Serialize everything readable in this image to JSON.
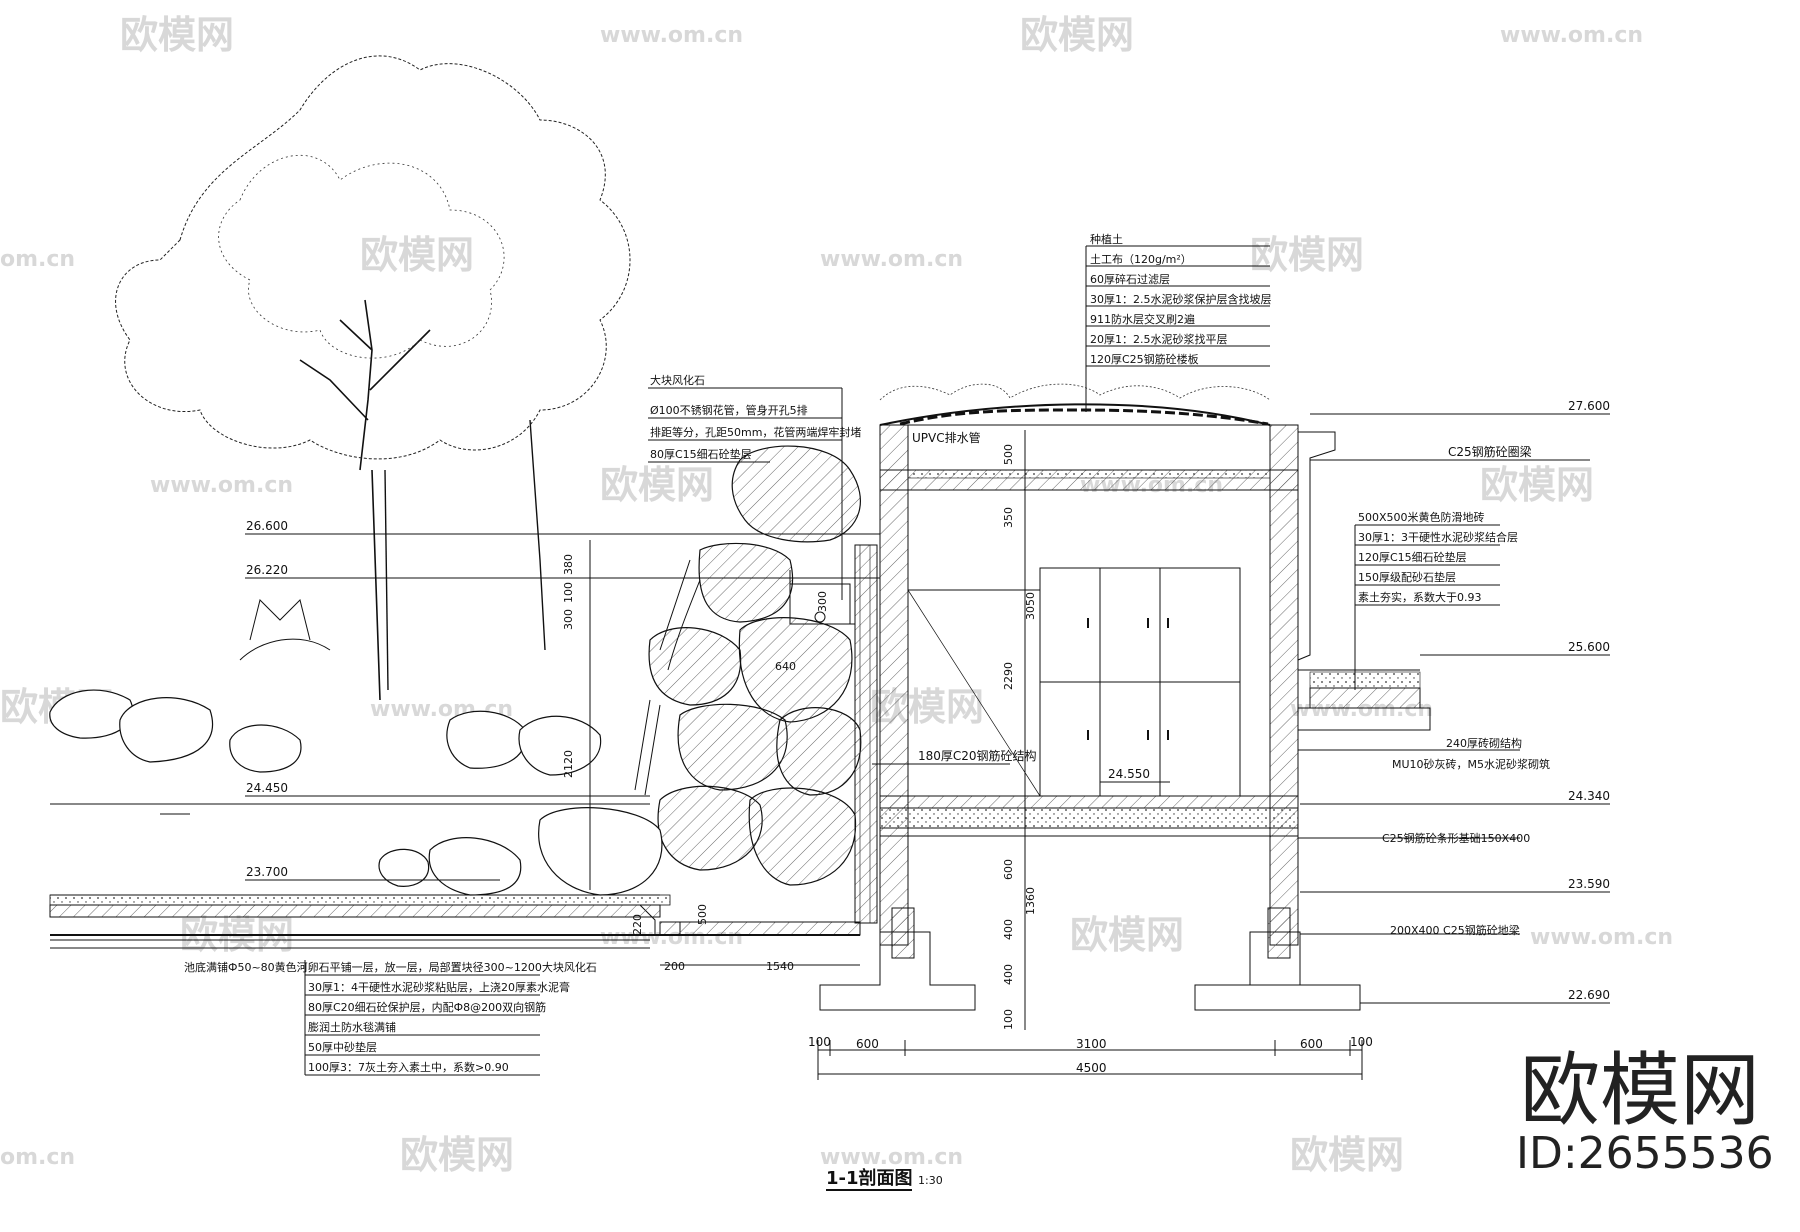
{
  "watermark": {
    "brand": "欧模网",
    "site": "www.om.cn",
    "site_short": "om.cn",
    "brand_large": "欧模网",
    "id_text": "ID:2655536"
  },
  "title": {
    "main": "1-1剖面图",
    "scale": "1:30"
  },
  "elevations": {
    "e27600": "27.600",
    "e26600": "26.600",
    "e26220": "26.220",
    "e25600": "25.600",
    "e24550": "24.550",
    "e24450": "24.450",
    "e24340": "24.340",
    "e23700": "23.700",
    "e23590": "23.590",
    "e22690": "22.690"
  },
  "roof_layers": [
    "种植土",
    "土工布（120g/m²）",
    "60厚碎石过滤层",
    "30厚1：2.5水泥砂浆保护层含找坡层",
    "911防水层交叉刷2遍",
    "20厚1：2.5水泥砂浆找平层",
    "120厚C25钢筋砼楼板"
  ],
  "pipe_notes": [
    "大块风化石",
    "Ø100不锈钢花管，管身开孔5排",
    "排距等分，孔距50mm，花管两端焊牢封堵",
    "80厚C15细石砼垫层"
  ],
  "right_notes": {
    "beam": "C25钢筋砼圈梁",
    "floor_layers": [
      "500X500米黄色防滑地砖",
      "30厚1：3干硬性水泥砂浆结合层",
      "120厚C15细石砼垫层",
      "150厚级配砂石垫层",
      "素土夯实，系数大于0.93"
    ],
    "wall_1": "240厚砖砌结构",
    "wall_2": "MU10砂灰砖，M5水泥砂浆砌筑",
    "ground_beam": "C25钢筋砼条形基础150X400",
    "col_foot": "200X400 C25钢筋砼地梁"
  },
  "pool_notes": [
    "池底满铺Ф50~80黄色河卵石平铺一层，放一层，局部置块径300~1200大块风化石",
    "30厚1：4干硬性水泥砂浆粘贴层，上浇20厚素水泥膏",
    "80厚C20细石砼保护层，内配Ф8@200双向钢筋",
    "膨润土防水毯满铺",
    "50厚中砂垫层",
    "100厚3：7灰土夯入素土中，系数>0.90"
  ],
  "labels": {
    "upvc": "UPVC排水管",
    "wall180": "180厚C20钢筋砼结构"
  },
  "dims": {
    "d380": "380",
    "d100a": "100",
    "d300a": "300",
    "d640": "640",
    "d300b": "300",
    "d2120": "2120",
    "d220": "220",
    "d500a": "500",
    "d200": "200",
    "d1540": "1540",
    "d500b": "500",
    "d350": "350",
    "d3050": "3050",
    "d2290": "2290",
    "d600a": "600",
    "d1360": "1360",
    "d400a": "400",
    "d400b": "400",
    "d100b": "100",
    "d100l": "100",
    "d600l": "600",
    "d3100": "3100",
    "d600r": "600",
    "d100r": "100",
    "d4500": "4500"
  }
}
